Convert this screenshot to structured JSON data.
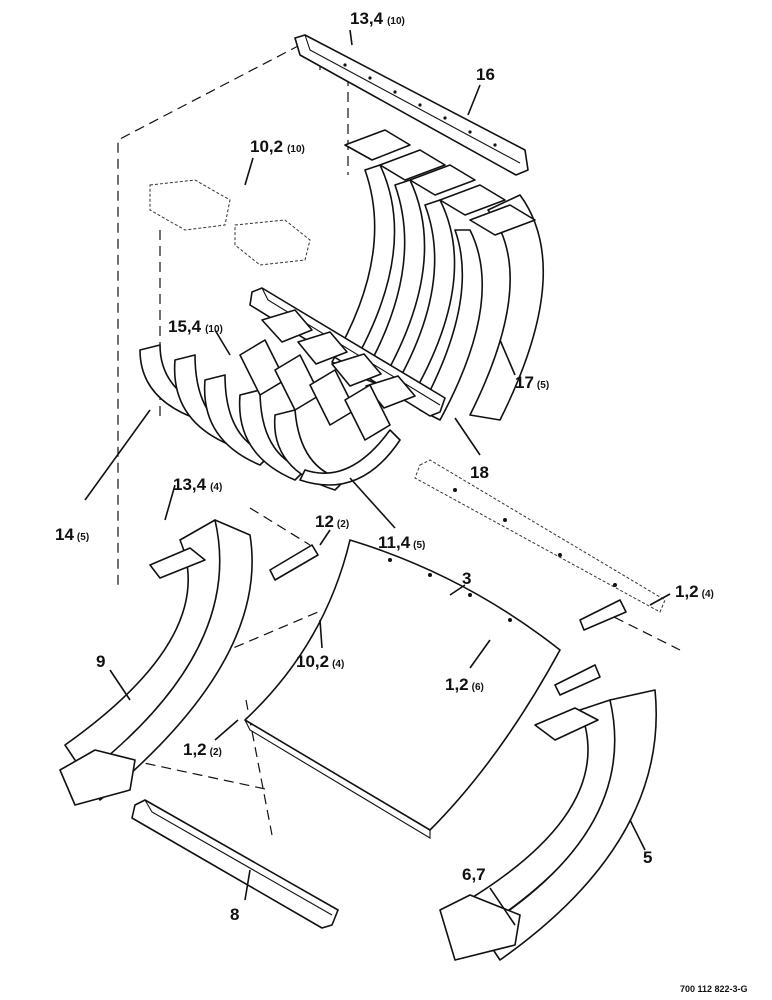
{
  "callouts": [
    {
      "id": "c16",
      "main": "16",
      "qty": ""
    },
    {
      "id": "c13a",
      "main": "13,4",
      "qty": "(10)"
    },
    {
      "id": "c10a",
      "main": "10,2",
      "qty": "(10)"
    },
    {
      "id": "c15",
      "main": "15,4",
      "qty": "(10)"
    },
    {
      "id": "c17",
      "main": "17",
      "qty": "(5)"
    },
    {
      "id": "c18",
      "main": "18",
      "qty": ""
    },
    {
      "id": "c14",
      "main": "14",
      "qty": "(5)"
    },
    {
      "id": "c13b",
      "main": "13,4",
      "qty": "(4)"
    },
    {
      "id": "c12",
      "main": "12",
      "qty": "(2)"
    },
    {
      "id": "c11",
      "main": "11,4",
      "qty": "(5)"
    },
    {
      "id": "c3",
      "main": "3",
      "qty": ""
    },
    {
      "id": "c1a",
      "main": "1,2",
      "qty": "(4)"
    },
    {
      "id": "c9",
      "main": "9",
      "qty": ""
    },
    {
      "id": "c10b",
      "main": "10,2",
      "qty": "(4)"
    },
    {
      "id": "c1b",
      "main": "1,2",
      "qty": "(6)"
    },
    {
      "id": "c1c",
      "main": "1,2",
      "qty": "(2)"
    },
    {
      "id": "c5",
      "main": "5",
      "qty": ""
    },
    {
      "id": "c67",
      "main": "6,7",
      "qty": ""
    },
    {
      "id": "c8",
      "main": "8",
      "qty": ""
    }
  ],
  "drawing_number": "700 112 822-3-G"
}
